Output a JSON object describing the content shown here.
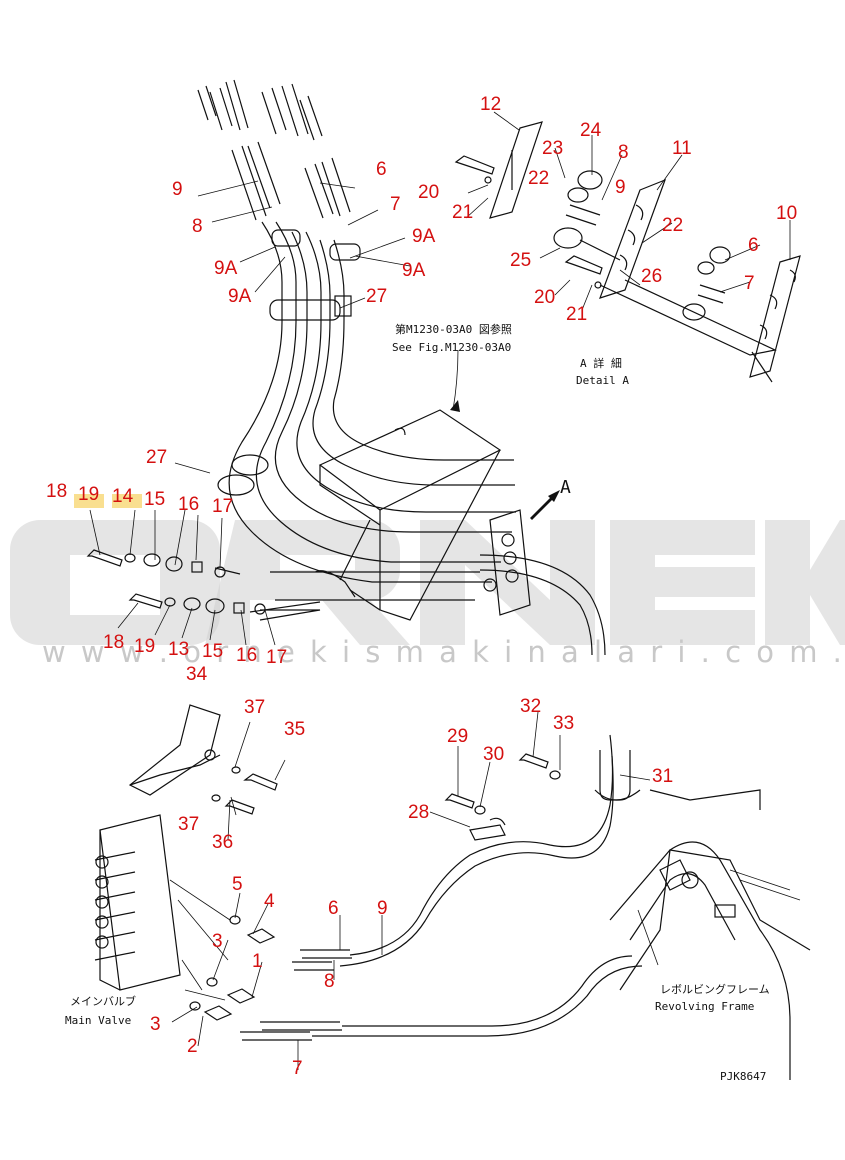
{
  "watermark": {
    "brand": "ORNEK",
    "url": "w w w . o r n e k i s m a k i n a l a r i . c o m . t r"
  },
  "notes": {
    "see_fig_jp": "第M1230-03A0 図参照",
    "see_fig_en": "See Fig.M1230-03A0",
    "detail_jp": "A 詳 細",
    "detail_en": "Detail A",
    "arrow_label": "A",
    "main_valve_jp": "メインバルブ",
    "main_valve_en": "Main Valve",
    "frame_jp": "レボルビングフレーム",
    "frame_en": "Revolving Frame",
    "drawing_code": "PJK8647"
  },
  "callouts": [
    "12",
    "24",
    "23",
    "8",
    "11",
    "22",
    "9",
    "20",
    "21",
    "25",
    "22",
    "6",
    "10",
    "7",
    "26",
    "20",
    "21",
    "9",
    "6",
    "8",
    "7",
    "9A",
    "9A",
    "9A",
    "9A",
    "27",
    "27",
    "18",
    "19",
    "14",
    "15",
    "16",
    "17",
    "18",
    "19",
    "13",
    "15",
    "16",
    "17",
    "34",
    "37",
    "35",
    "37",
    "36",
    "32",
    "33",
    "29",
    "30",
    "31",
    "28",
    "5",
    "4",
    "6",
    "9",
    "3",
    "1",
    "8",
    "3",
    "2",
    "7"
  ],
  "highlight_color": "#f7d774",
  "callout_color": "#d41010"
}
